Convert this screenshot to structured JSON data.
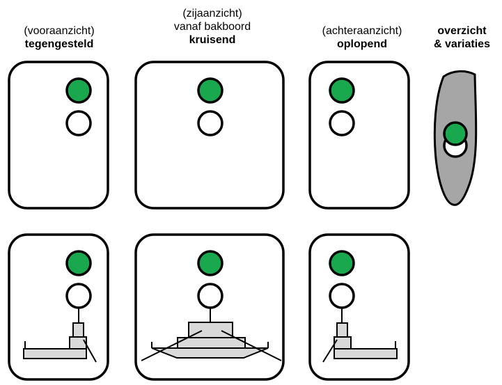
{
  "headers": [
    {
      "top": "(vooraanzicht)",
      "bold": "tegengesteld"
    },
    {
      "top1": "(zijaanzicht)",
      "top2": "vanaf bakboord",
      "bold": "kruisend"
    },
    {
      "top": "(achteraanzicht)",
      "bold": "oplopend"
    },
    {
      "bold1": "overzicht",
      "bold2": "& variaties"
    }
  ],
  "colors": {
    "green_light": "#1aa84e",
    "white_light": "#ffffff",
    "hull_fill": "#d9d9d9",
    "overview_fill": "#a6a6a6",
    "outline": "#000000"
  }
}
